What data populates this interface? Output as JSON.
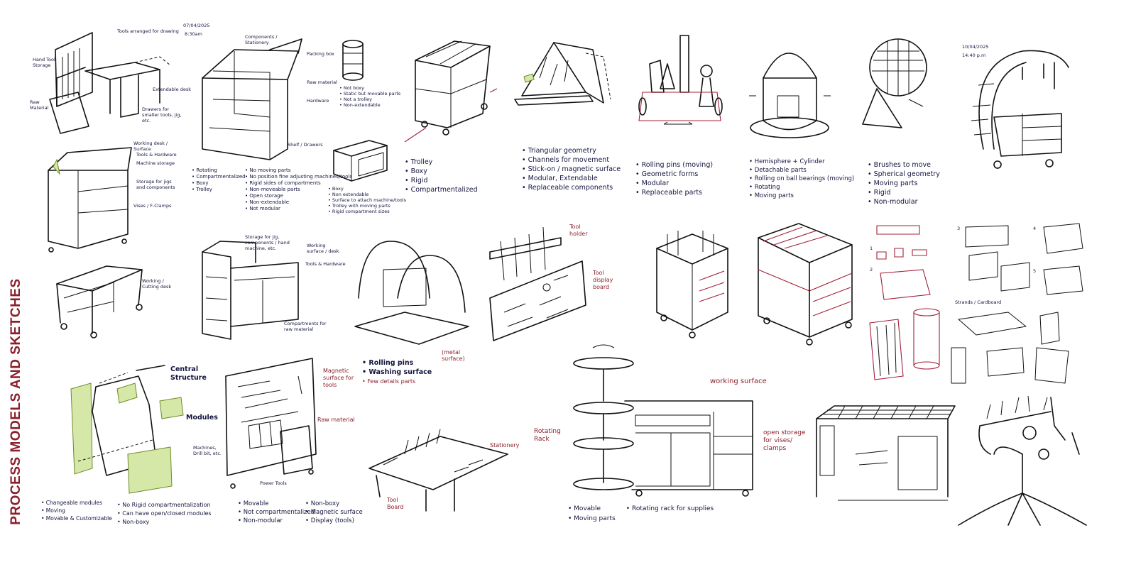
{
  "title": "PROCESS MODELS AND SKETCHES",
  "colors": {
    "title": "#8b1f2b",
    "ink": "#14153f",
    "accent": "#a3203a",
    "module_fill": "#d6e8a8"
  },
  "dates": [
    "07/04/2025",
    "8:30am",
    "10/04/2025",
    "14:40 p.m"
  ],
  "labels": {
    "tools_arranged": "Tools arranged for drawing",
    "hand_tool_storage": "Hand Tool Storage",
    "extendable_desk": "Extendable desk",
    "drawers": "Drawers for smaller tools, jig, etc.",
    "raw_material": "Raw Material",
    "components_stationery": "Components / Stationery",
    "packing_box": "Packing box",
    "raw_material_2": "Raw material",
    "hardware": "Hardware",
    "shelf_drawers": "Shelf / Drawers",
    "working_desk": "Working desk / Surface",
    "tools_hardware": "Tools & Hardware",
    "machine_storage": "Machine storage",
    "storage_jigs": "Storage for jigs and components",
    "vises": "Vises / F-Clamps",
    "working_cutting_desk": "Working / Cutting desk",
    "storage_jig_components": "Storage for jig, components / hand machine, etc.",
    "working_surface_small": "Working surface / desk",
    "tools_hardware_2": "Tools & Hardware",
    "compartments": "Compartments for raw material",
    "tool_holder": "Tool holder",
    "tool_display_board": "Tool display board",
    "central_structure": "Central Structure",
    "modules": "Modules",
    "magnetic_surface": "Magnetic surface for tools",
    "raw_material_3": "Raw material",
    "machines_drill": "Machines, Drill bit, etc.",
    "power_tools": "Power Tools",
    "stationery": "Stationery",
    "tool_board": "Tool Board",
    "working_surface": "working surface",
    "rotating_rack": "Rotating Rack",
    "open_storage": "open storage for vises/ clamps",
    "strands": "Strands / Cardboard"
  },
  "lists": {
    "list1": [
      "Rotating",
      "Compartmentalized",
      "Boxy",
      "Trolley"
    ],
    "list2": [
      "No moving parts",
      "No position fine adjusting machines/tools",
      "Rigid sides of compartments",
      "Non-moveable parts",
      "Open storage",
      "Non-extendable",
      "Not modular"
    ],
    "list3": [
      "Not boxy",
      "Static but movable parts",
      "Not a trolley",
      "Non-extendable"
    ],
    "list4": [
      "Boxy",
      "Non extendable",
      "Surface to attach machine/tools",
      "Trolley with moving parts",
      "Rigid compartment sizes"
    ],
    "list5": [
      "Trolley",
      "Boxy",
      "Rigid",
      "Compartmentalized"
    ],
    "list6": [
      "Triangular geometry",
      "Channels for movement",
      "Stick-on / magnetic surface",
      "Modular, Extendable",
      "Replaceable components"
    ],
    "list7": [
      "Rolling pins (moving)",
      "Geometric forms",
      "Modular",
      "Replaceable parts"
    ],
    "list8": [
      "Hemisphere + Cylinder",
      "Detachable parts",
      "Rolling on ball bearings (moving)",
      "Rotating",
      "Moving parts"
    ],
    "list9": [
      "Brushes to move",
      "Spherical geometry",
      "Moving parts",
      "Rigid",
      "Non-modular"
    ],
    "list10": [
      "Rolling pins",
      "Washing surface",
      "Few details parts"
    ],
    "list11": [
      "Changeable modules",
      "Moving",
      "Movable & Customizable"
    ],
    "list12": [
      "No Rigid compartmentalization",
      "Can have open/closed modules",
      "Non-boxy"
    ],
    "list13": [
      "Movable",
      "Not compartmentalized",
      "Non-modular"
    ],
    "list14": [
      "Non-boxy",
      "Magnetic surface",
      "Display (tools)"
    ],
    "list15": [
      "Movable",
      "Rotating rack for supplies",
      "Moving parts"
    ]
  },
  "red_note": "(metal surface)",
  "numbers": [
    "1",
    "2",
    "3",
    "4",
    "5"
  ]
}
